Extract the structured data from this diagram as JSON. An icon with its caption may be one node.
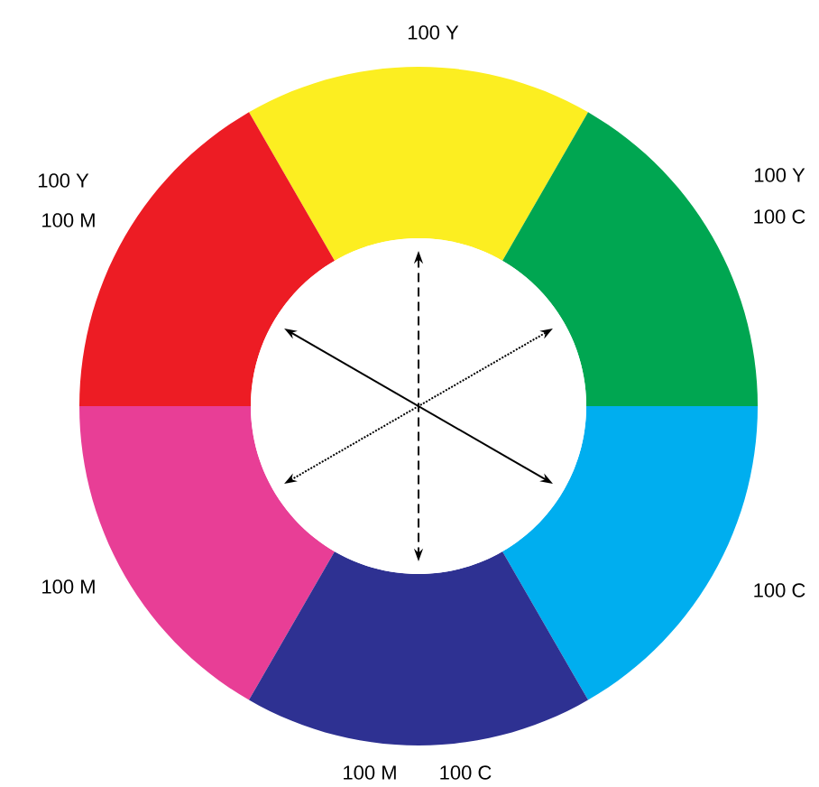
{
  "diagram": {
    "nodes": [
      {
        "text": [],
        "shape": "wedge",
        "beside": [
          "100 Y"
        ]
      },
      {
        "text": [],
        "shape": "wedge",
        "beside": [
          "100 Y",
          "100 M"
        ]
      },
      {
        "text": [],
        "shape": "wedge",
        "beside": [
          "100 Y",
          "100 C"
        ]
      },
      {
        "text": [],
        "shape": "wedge",
        "beside": [
          "100 M"
        ]
      },
      {
        "text": [],
        "shape": "wedge",
        "beside": [
          "100 C"
        ]
      },
      {
        "text": [],
        "shape": "wedge",
        "beside": [
          "100 M",
          "100 C"
        ]
      }
    ],
    "edges": [
      {
        "from": 0,
        "to": 5,
        "arrow": "both",
        "style": "dashed"
      },
      {
        "from": 1,
        "to": 4,
        "arrow": "both"
      },
      {
        "from": 3,
        "to": 2,
        "arrow": "both",
        "style": "dashed"
      }
    ]
  }
}
